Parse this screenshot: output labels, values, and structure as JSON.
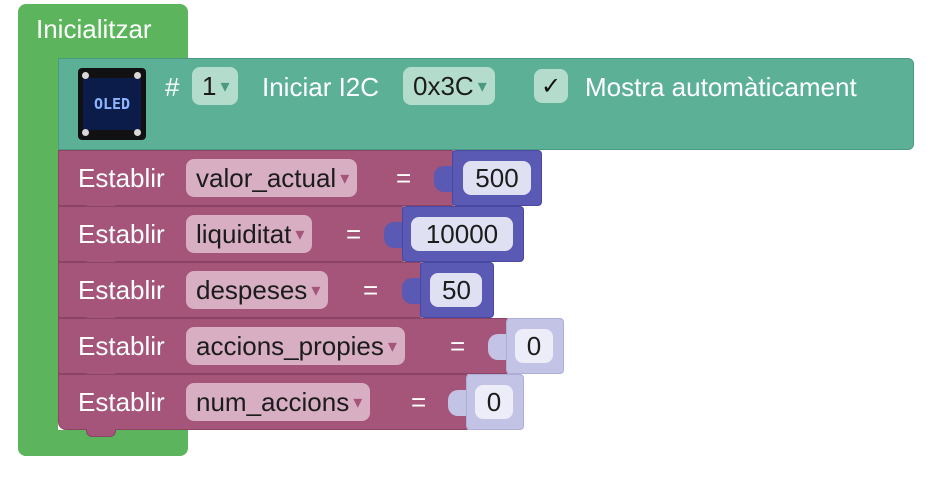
{
  "init_block": {
    "title": "Inicialitzar"
  },
  "oled": {
    "icon_text": "OLED",
    "hash": "#",
    "number": "1",
    "iniciar_label": "Iniciar I2C",
    "address": "0x3C",
    "check": "✓",
    "auto_label": "Mostra automàticament"
  },
  "rows": [
    {
      "label": "Establir",
      "variable": "valor_actual",
      "eq": "=",
      "value": "500"
    },
    {
      "label": "Establir",
      "variable": "liquiditat",
      "eq": "=",
      "value": "10000"
    },
    {
      "label": "Establir",
      "variable": "despeses",
      "eq": "=",
      "value": "50"
    },
    {
      "label": "Establir",
      "variable": "accions_propies",
      "eq": "=",
      "value": "0"
    },
    {
      "label": "Establir",
      "variable": "num_accions",
      "eq": "=",
      "value": "0"
    }
  ],
  "dropdown_arrow": "▾",
  "colors": {
    "init_green": "#5cb55c",
    "oled_teal": "#5bb096",
    "variables_magenta": "#a5547a",
    "number_dark": "#5a5ab4",
    "number_light": "#c3c3e6"
  }
}
